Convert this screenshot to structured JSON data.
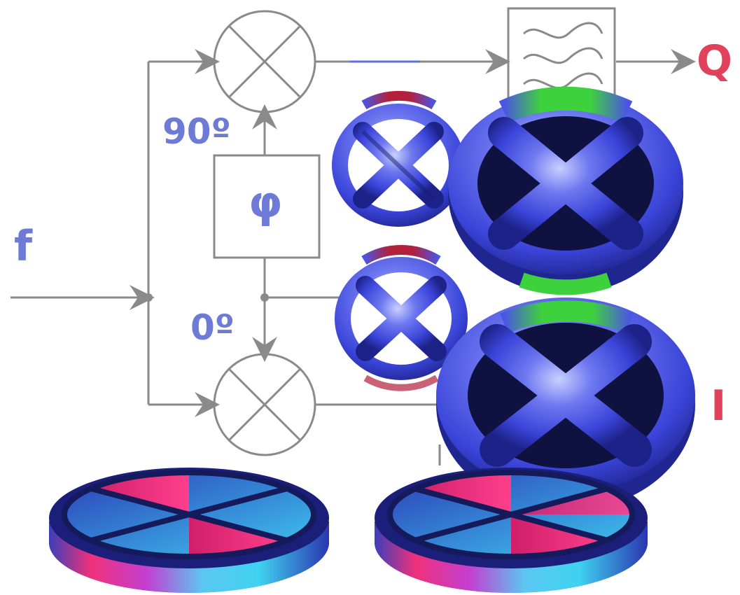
{
  "labels": {
    "input": "f",
    "phase_90": "90º",
    "phase_0": "0º",
    "phase_shift": "φ",
    "output_q": "Q",
    "output_i": "I"
  },
  "colors": {
    "diagram_line": "#8a8a8a",
    "label_blue": "#6d7ad6",
    "output_red": "#e0425c",
    "ring_blue": "#4a55e0",
    "accent_green": "#3ed13e",
    "accent_red": "#b3203c",
    "disc_pink": "#f0307a",
    "disc_cyan": "#3fd2f0"
  }
}
